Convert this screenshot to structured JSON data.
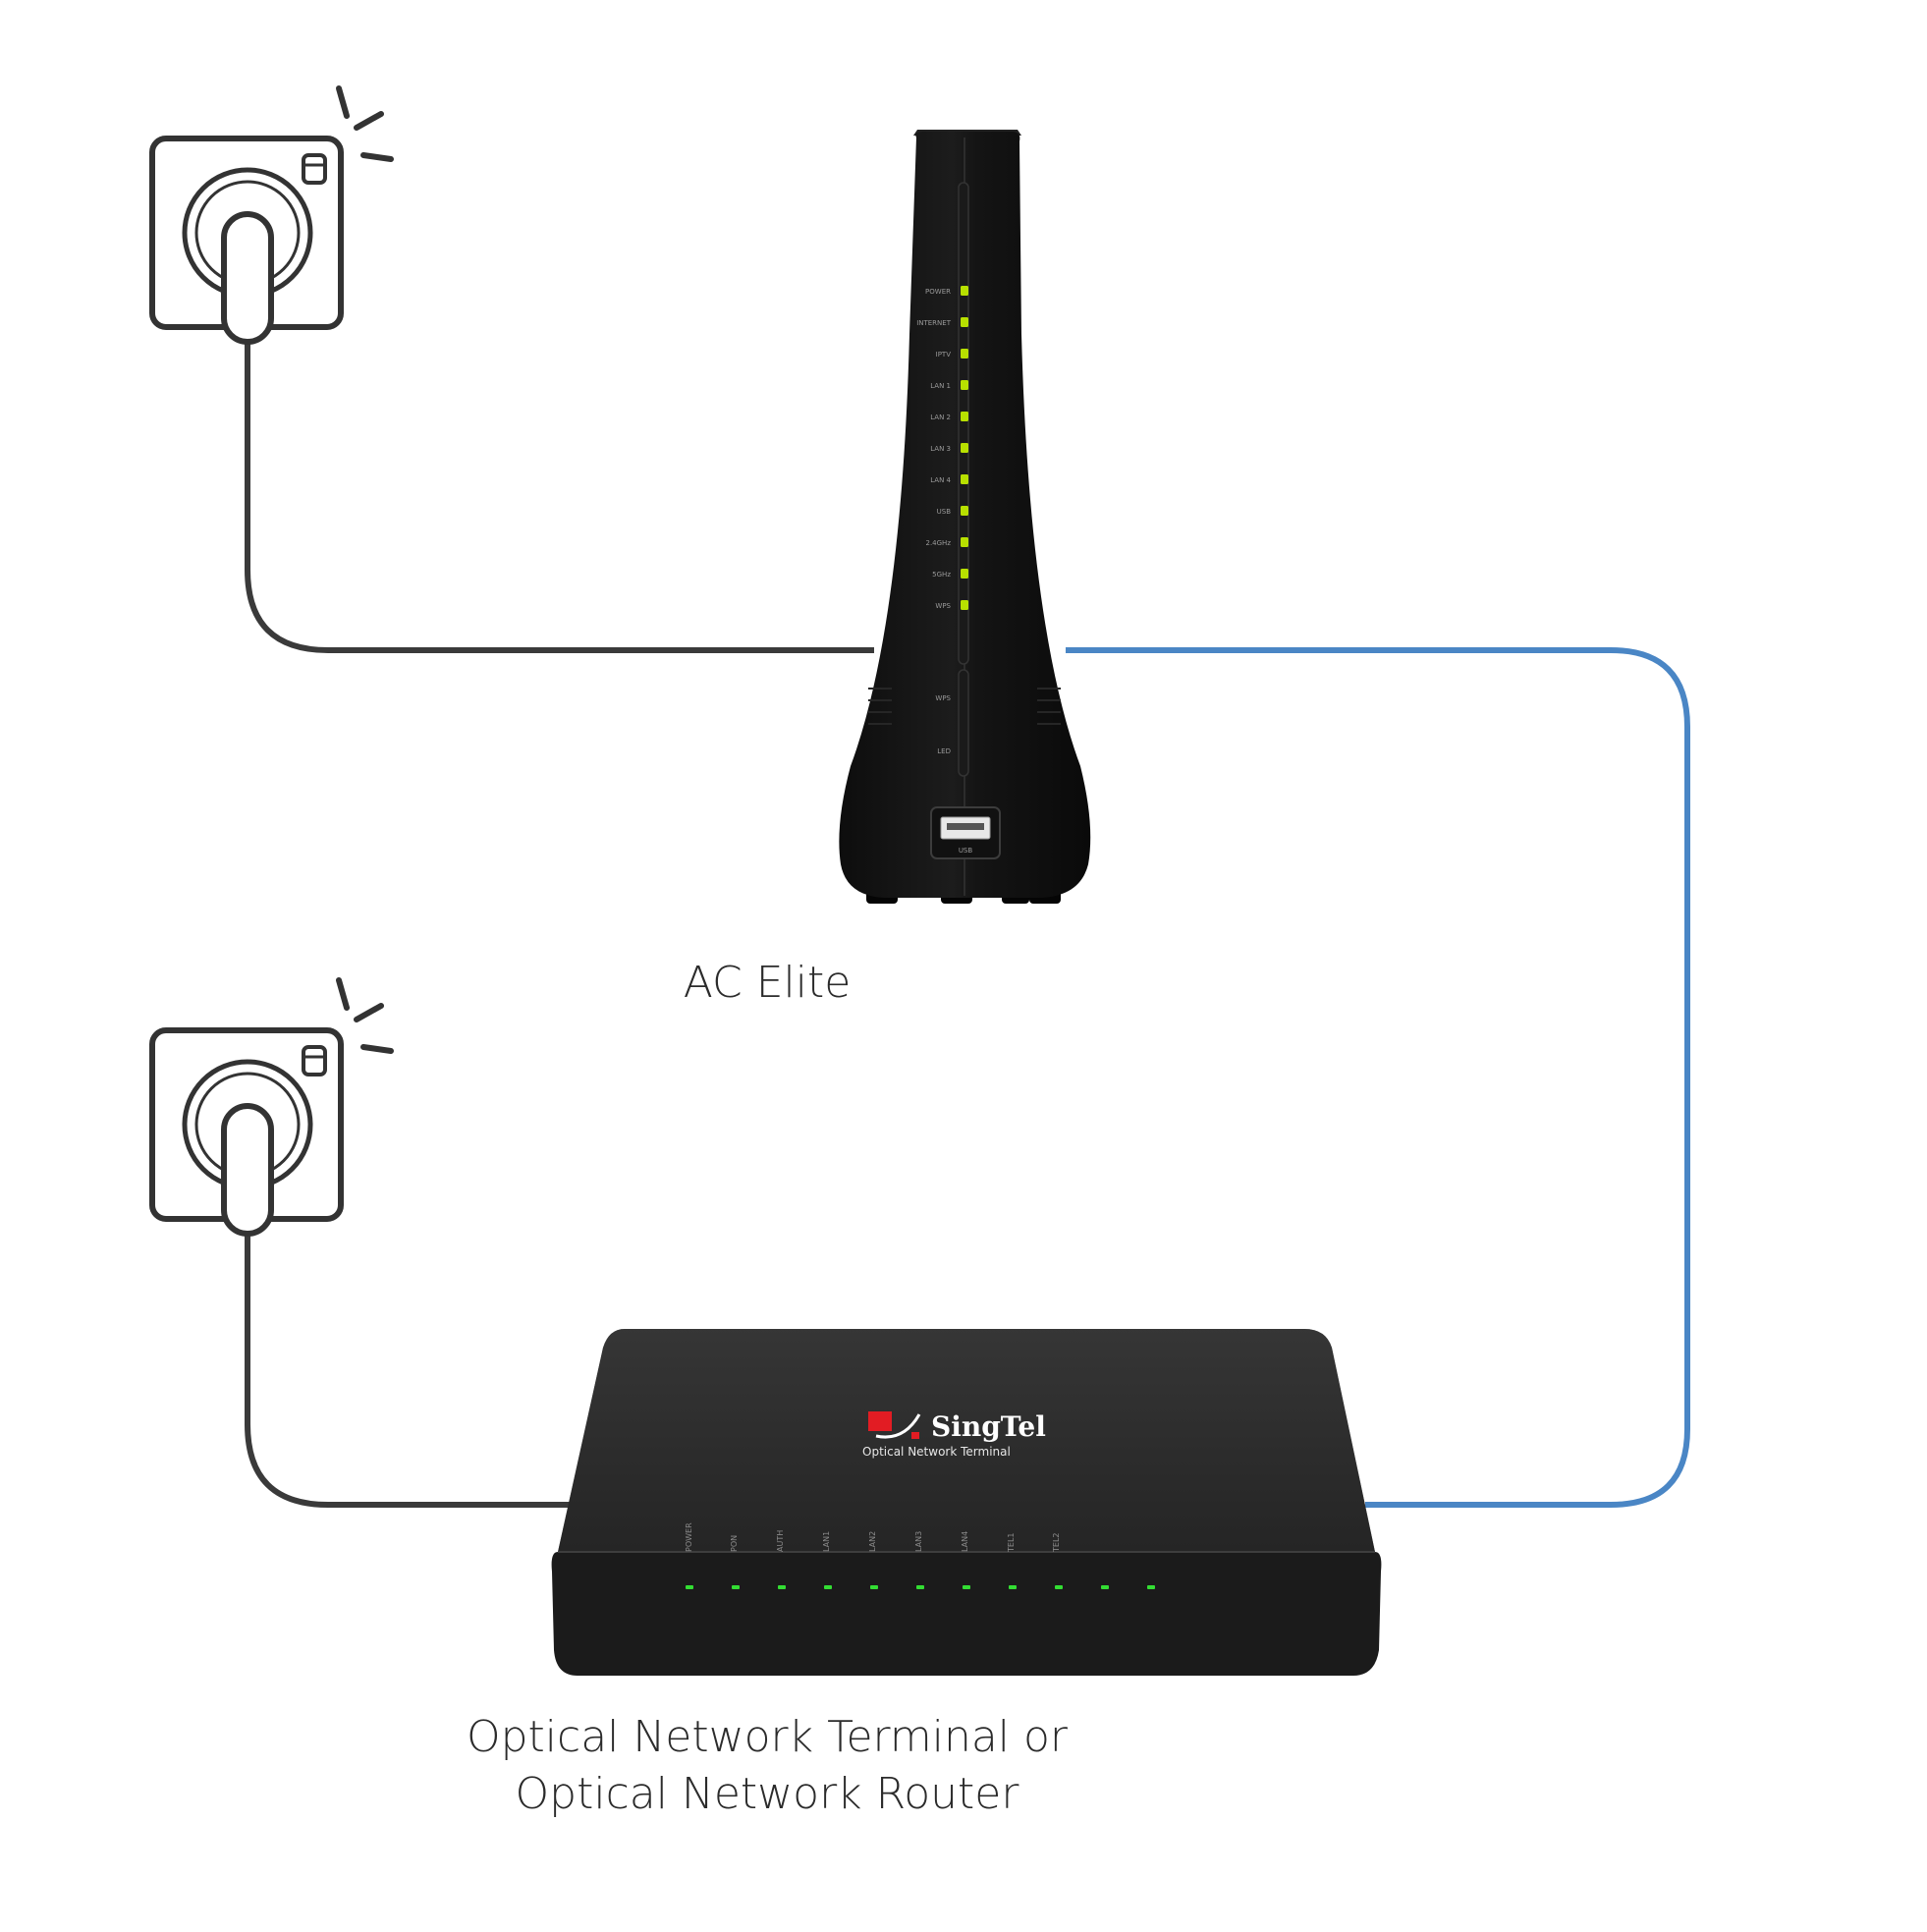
{
  "devices": {
    "router": {
      "label": "AC Elite",
      "led_labels": [
        "POWER",
        "INTERNET",
        "IPTV",
        "LAN 1",
        "LAN 2",
        "LAN 3",
        "LAN 4",
        "USB",
        "2.4GHz",
        "5GHz",
        "WPS"
      ],
      "button_labels": [
        "WPS",
        "LED"
      ],
      "usb_label": "USB",
      "led_color": "#b8e000"
    },
    "ont": {
      "label_line1": "Optical Network Terminal or",
      "label_line2": "Optical Network Router",
      "brand": "SingTel",
      "brand_subtitle": "Optical Network Terminal",
      "led_labels": [
        "POWER",
        "PON",
        "AUTH",
        "LAN1",
        "LAN2",
        "LAN3",
        "LAN4",
        "TEL1",
        "TEL2"
      ],
      "led_color": "#33dd33"
    }
  },
  "cables": {
    "power_color": "#3a3a3a",
    "ethernet_color": "#4a86c5"
  },
  "icons": {
    "outlet_top": "power-outlet-icon",
    "outlet_bottom": "power-outlet-icon"
  }
}
